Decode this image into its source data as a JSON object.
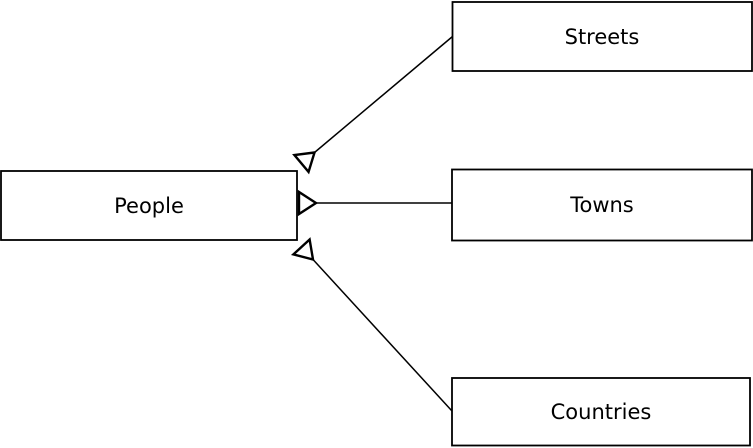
{
  "diagram": {
    "type": "uml-generalization-diagram",
    "colors": {
      "background": "#ffffff",
      "node_fill": "#ffffff",
      "stroke": "#000000",
      "text": "#000000"
    },
    "nodes": [
      {
        "id": "people",
        "label": "People"
      },
      {
        "id": "streets",
        "label": "Streets"
      },
      {
        "id": "towns",
        "label": "Towns"
      },
      {
        "id": "countries",
        "label": "Countries"
      }
    ],
    "edges": [
      {
        "from": "streets",
        "to": "people",
        "arrowhead": "open-triangle"
      },
      {
        "from": "towns",
        "to": "people",
        "arrowhead": "open-triangle"
      },
      {
        "from": "countries",
        "to": "people",
        "arrowhead": "open-triangle"
      }
    ]
  }
}
